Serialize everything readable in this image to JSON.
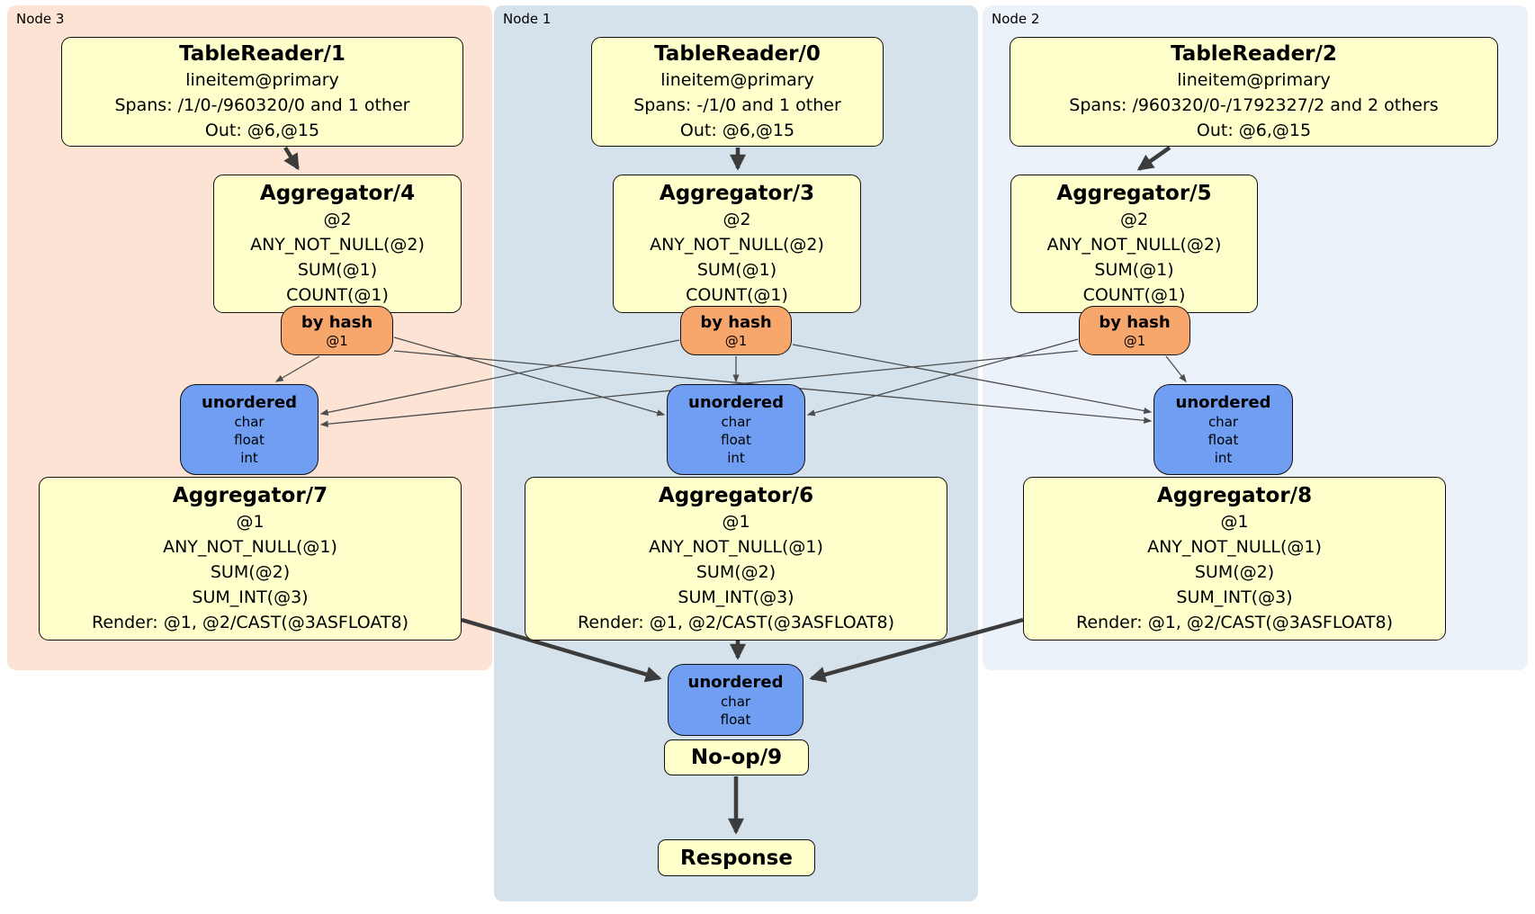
{
  "regions": [
    {
      "label": "Node 3",
      "table_reader": {
        "title": "TableReader/1",
        "lines": [
          "lineitem@primary",
          "Spans: /1/0-/960320/0 and 1 other",
          "Out: @6,@15"
        ]
      },
      "aggregator": {
        "title": "Aggregator/4",
        "lines": [
          "@2",
          "ANY_NOT_NULL(@2)",
          "SUM(@1)",
          "COUNT(@1)"
        ]
      },
      "router": {
        "title": "by hash",
        "tag": "@1"
      },
      "sync": {
        "title": "unordered",
        "types": [
          "char",
          "float",
          "int"
        ]
      },
      "aggregator2": {
        "title": "Aggregator/7",
        "lines": [
          "@1",
          "ANY_NOT_NULL(@1)",
          "SUM(@2)",
          "SUM_INT(@3)",
          "Render: @1, @2/CAST(@3ASFLOAT8)"
        ]
      }
    },
    {
      "label": "Node 1",
      "table_reader": {
        "title": "TableReader/0",
        "lines": [
          "lineitem@primary",
          "Spans: -/1/0 and 1 other",
          "Out: @6,@15"
        ]
      },
      "aggregator": {
        "title": "Aggregator/3",
        "lines": [
          "@2",
          "ANY_NOT_NULL(@2)",
          "SUM(@1)",
          "COUNT(@1)"
        ]
      },
      "router": {
        "title": "by hash",
        "tag": "@1"
      },
      "sync": {
        "title": "unordered",
        "types": [
          "char",
          "float",
          "int"
        ]
      },
      "aggregator2": {
        "title": "Aggregator/6",
        "lines": [
          "@1",
          "ANY_NOT_NULL(@1)",
          "SUM(@2)",
          "SUM_INT(@3)",
          "Render: @1, @2/CAST(@3ASFLOAT8)"
        ]
      }
    },
    {
      "label": "Node 2",
      "table_reader": {
        "title": "TableReader/2",
        "lines": [
          "lineitem@primary",
          "Spans: /960320/0-/1792327/2 and 2 others",
          "Out: @6,@15"
        ]
      },
      "aggregator": {
        "title": "Aggregator/5",
        "lines": [
          "@2",
          "ANY_NOT_NULL(@2)",
          "SUM(@1)",
          "COUNT(@1)"
        ]
      },
      "router": {
        "title": "by hash",
        "tag": "@1"
      },
      "sync": {
        "title": "unordered",
        "types": [
          "char",
          "float",
          "int"
        ]
      },
      "aggregator2": {
        "title": "Aggregator/8",
        "lines": [
          "@1",
          "ANY_NOT_NULL(@1)",
          "SUM(@2)",
          "SUM_INT(@3)",
          "Render: @1, @2/CAST(@3ASFLOAT8)"
        ]
      }
    }
  ],
  "final": {
    "sync": {
      "title": "unordered",
      "types": [
        "char",
        "float"
      ]
    },
    "noop": "No-op/9",
    "response": "Response"
  },
  "edges": [
    {
      "from": "TableReader/1",
      "to": "Aggregator/4"
    },
    {
      "from": "TableReader/0",
      "to": "Aggregator/3"
    },
    {
      "from": "TableReader/2",
      "to": "Aggregator/5"
    },
    {
      "from": "by hash Node 3",
      "to": "unordered Node 3"
    },
    {
      "from": "by hash Node 3",
      "to": "unordered Node 1"
    },
    {
      "from": "by hash Node 3",
      "to": "unordered Node 2"
    },
    {
      "from": "by hash Node 1",
      "to": "unordered Node 3"
    },
    {
      "from": "by hash Node 1",
      "to": "unordered Node 1"
    },
    {
      "from": "by hash Node 1",
      "to": "unordered Node 2"
    },
    {
      "from": "by hash Node 2",
      "to": "unordered Node 3"
    },
    {
      "from": "by hash Node 2",
      "to": "unordered Node 1"
    },
    {
      "from": "by hash Node 2",
      "to": "unordered Node 2"
    },
    {
      "from": "Aggregator/7",
      "to": "final unordered"
    },
    {
      "from": "Aggregator/6",
      "to": "final unordered"
    },
    {
      "from": "Aggregator/8",
      "to": "final unordered"
    },
    {
      "from": "No-op/9",
      "to": "Response"
    }
  ],
  "colors": {
    "processor_fill": "#FFFFCC",
    "router_fill": "#F7A76C",
    "sync_fill": "#6F9EF2",
    "node3_bg": "#FCE3D3",
    "node1_bg": "#D5E2EB",
    "node2_bg": "#ECF2FA",
    "edge": "#3C3C3C"
  }
}
